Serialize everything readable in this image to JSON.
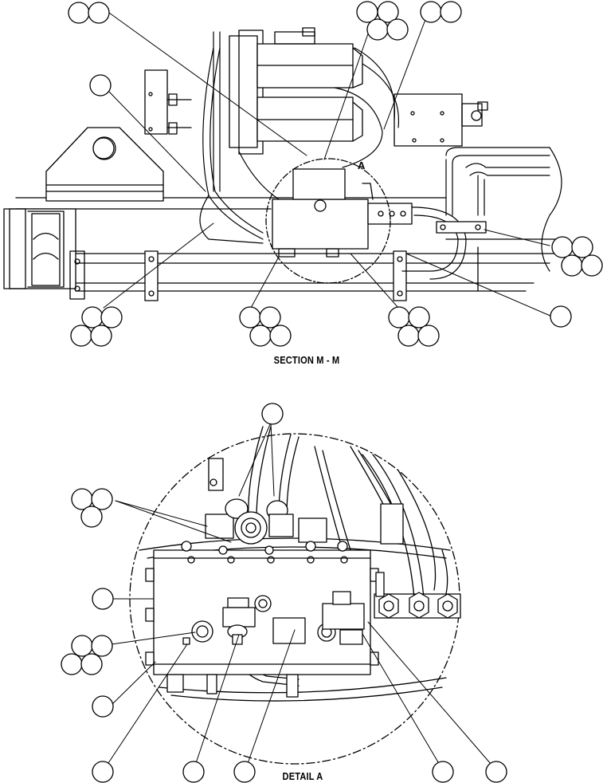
{
  "captions": {
    "section": "SECTION M - M",
    "detail": "DETAIL A"
  },
  "detail_marker": "A",
  "colors": {
    "ink": "#000000",
    "paper": "#ffffff"
  }
}
